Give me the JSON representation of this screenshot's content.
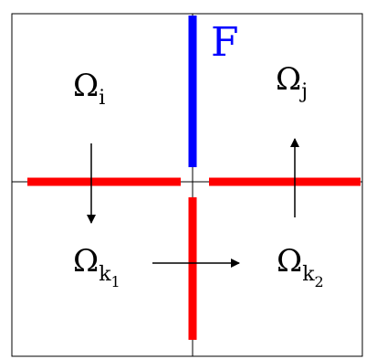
{
  "labels": {
    "omega_i": {
      "main": "Ω",
      "sub": "i"
    },
    "omega_j": {
      "main": "Ω",
      "sub": "j"
    },
    "omega_k1": {
      "main": "Ω",
      "sub": "k",
      "subsub": "1"
    },
    "omega_k2": {
      "main": "Ω",
      "sub": "k",
      "subsub": "2"
    },
    "face": "F"
  },
  "colors": {
    "frame": "#000000",
    "face_highlight": "#0000ff",
    "interfaces": "#ff0000",
    "arrows": "#000000"
  }
}
